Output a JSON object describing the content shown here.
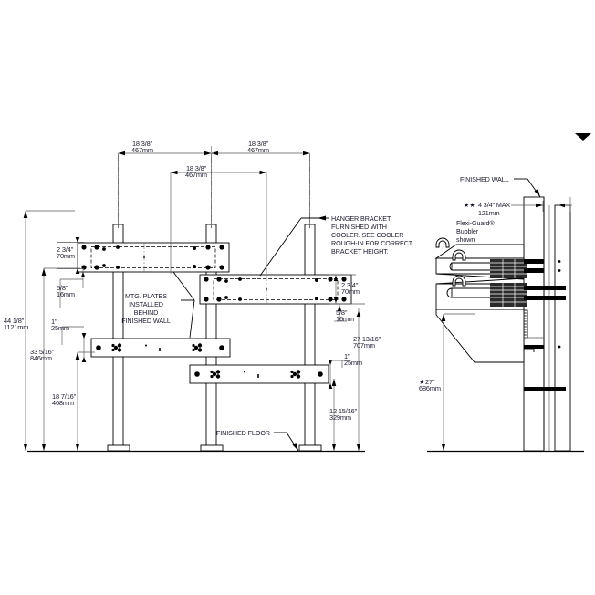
{
  "drawing": {
    "title": "Bi-level wall mount cooler rough-in",
    "views": [
      "front-elevation",
      "side-elevation"
    ]
  },
  "front_view": {
    "dimensions": {
      "top_left_span": {
        "imperial": "18 3/8\"",
        "metric": "467mm"
      },
      "top_right_span": {
        "imperial": "18 3/8\"",
        "metric": "467mm"
      },
      "inner_span": {
        "imperial": "18 3/8\"",
        "metric": "467mm"
      },
      "overall_height": {
        "imperial": "44 1/8\"",
        "metric": "1121mm"
      },
      "upper_plate_gap_left": {
        "imperial": "2 3/4\"",
        "metric": "70mm"
      },
      "upper_plate_thk_left": {
        "imperial": "5/8\"",
        "metric": "16mm"
      },
      "lower_plate_thk_left": {
        "imperial": "1\"",
        "metric": "25mm"
      },
      "left_mid_height": {
        "imperial": "33 5/16\"",
        "metric": "846mm"
      },
      "left_low_height": {
        "imperial": "18 7/16\"",
        "metric": "468mm"
      },
      "right_plate_gap": {
        "imperial": "2 3/4\"",
        "metric": "70mm"
      },
      "right_plate_thk": {
        "imperial": "5/8\"",
        "metric": "16mm"
      },
      "right_mid_height": {
        "imperial": "27 13/16\"",
        "metric": "707mm"
      },
      "right_lower_thk": {
        "imperial": "1\"",
        "metric": "25mm"
      },
      "right_low_height": {
        "imperial": "12 15/16\"",
        "metric": "329mm"
      }
    },
    "notes": {
      "hanger_bracket": "HANGER BRACKET\nFURNISHED WITH\nCOOLER. SEE COOLER\nROUGH-IN FOR CORRECT\nBRACKET HEIGHT.",
      "hanger_bracket_lines": [
        "HANGER BRACKET",
        "FURNISHED WITH",
        "COOLER. SEE COOLER",
        "ROUGH-IN FOR CORRECT",
        "BRACKET HEIGHT."
      ],
      "mtg_plates_lines": [
        "MTG. PLATES",
        "INSTALLED",
        "BEHIND",
        "FINISHED WALL"
      ],
      "finished_floor": "FINISHED FLOOR"
    }
  },
  "side_view": {
    "notes": {
      "finished_wall": "FINISHED WALL",
      "max_projection_marker": "★★",
      "max_projection": "4 3/4\"  MAX",
      "max_projection_metric": "121mm",
      "bubbler_lines": [
        "Flexi-Guard®",
        "Bubbler",
        "shown"
      ],
      "height_marker": "★",
      "height": "27\"",
      "height_metric": "686mm"
    }
  },
  "markers": {
    "top_right_pointer": "down-triangle"
  },
  "colors": {
    "line": "#000000",
    "dim_line": "#555555",
    "text": "#1a1a2e",
    "background": "#ffffff"
  }
}
